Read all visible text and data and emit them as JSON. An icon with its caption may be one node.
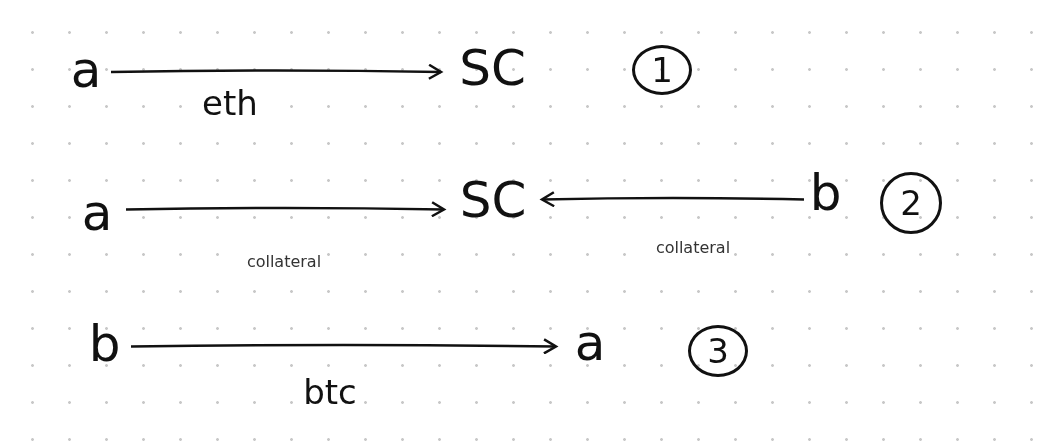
{
  "diagram": {
    "nodes": [
      {
        "text": [
          "a"
        ]
      },
      {
        "text": [
          "SC"
        ]
      },
      {
        "text": [
          "1"
        ]
      },
      {
        "text": [
          "a"
        ]
      },
      {
        "text": [
          "SC"
        ]
      },
      {
        "text": [
          "b"
        ]
      },
      {
        "text": [
          "2"
        ]
      },
      {
        "text": [
          "b"
        ]
      },
      {
        "text": [
          "a"
        ]
      },
      {
        "text": [
          "3"
        ]
      }
    ],
    "edges": [
      {
        "from": 0,
        "to": 1,
        "arrow": "to",
        "label": "eth"
      },
      {
        "from": 3,
        "to": 4,
        "arrow": "to",
        "label": "collateral"
      },
      {
        "from": 5,
        "to": 4,
        "arrow": "to",
        "label": "collateral"
      },
      {
        "from": 7,
        "to": 8,
        "arrow": "to",
        "label": "btc"
      }
    ]
  }
}
